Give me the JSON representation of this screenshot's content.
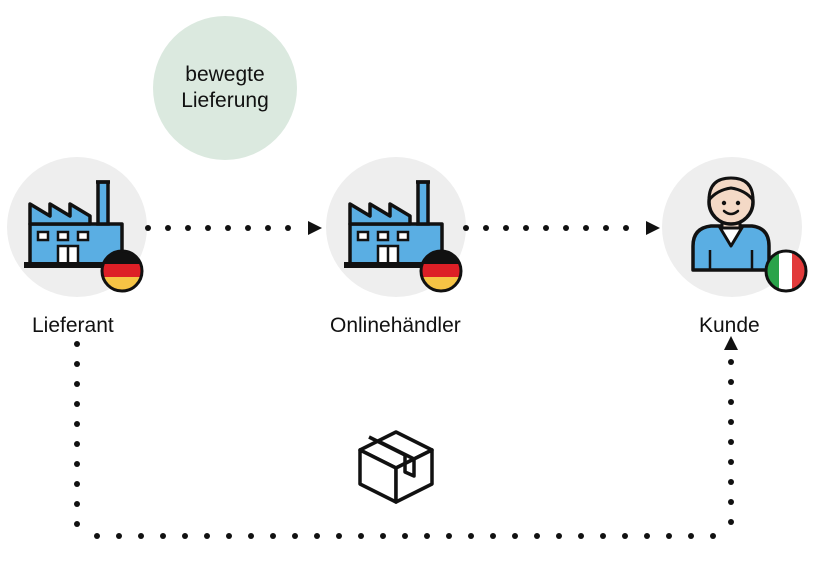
{
  "diagram": {
    "bubble": {
      "line1": "bewegte",
      "line2": "Lieferung"
    },
    "nodes": [
      {
        "id": "lieferant",
        "label": "Lieferant",
        "icon": "factory-icon",
        "flag": "germany-flag-icon"
      },
      {
        "id": "onlinehaendler",
        "label": "Onlinehändler",
        "icon": "factory-icon",
        "flag": "germany-flag-icon"
      },
      {
        "id": "kunde",
        "label": "Kunde",
        "icon": "customer-person-icon",
        "flag": "italy-flag-icon"
      }
    ],
    "package_icon": "package-box-icon",
    "colors": {
      "bubble": "#dbe9df",
      "node_circle": "#eeeeee",
      "factory_blue": "#5aaee3",
      "person_blue": "#5aaee3",
      "skin": "#f4d9c6",
      "flag_de": [
        "#111111",
        "#dd1f26",
        "#f6c445"
      ],
      "flag_it": [
        "#2aa34a",
        "#ffffff",
        "#e23b3b"
      ]
    }
  }
}
